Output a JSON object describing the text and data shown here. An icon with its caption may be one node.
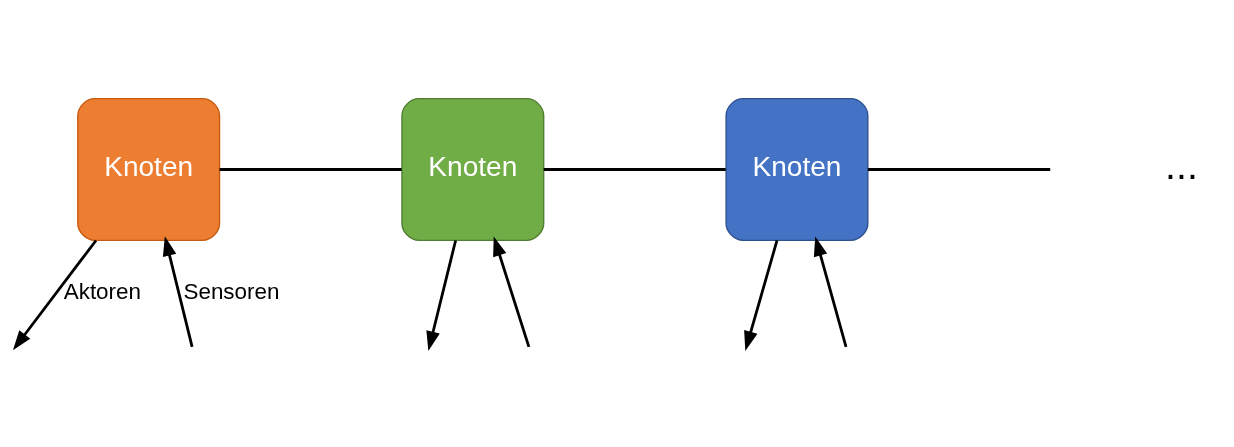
{
  "diagram": {
    "nodes": [
      {
        "text": [
          "Knoten"
        ]
      },
      {
        "text": [
          "Knoten"
        ]
      },
      {
        "text": [
          "Knoten"
        ]
      }
    ],
    "edges": [
      {
        "from": 0,
        "to": 1,
        "arrow": "none"
      },
      {
        "from": 1,
        "to": 2,
        "arrow": "none"
      },
      {
        "from": 2,
        "to": null,
        "arrow": "none"
      },
      {
        "from": 0,
        "to": null,
        "arrow": "to",
        "label": "Aktoren"
      },
      {
        "from": null,
        "to": 0,
        "arrow": "to",
        "label": "Sensoren"
      },
      {
        "from": null,
        "to": 1,
        "arrow": "to"
      },
      {
        "from": 1,
        "to": null,
        "arrow": "to"
      },
      {
        "from": null,
        "to": 2,
        "arrow": "to"
      },
      {
        "from": 2,
        "to": null,
        "arrow": "to"
      }
    ],
    "labels": [
      "..."
    ]
  }
}
